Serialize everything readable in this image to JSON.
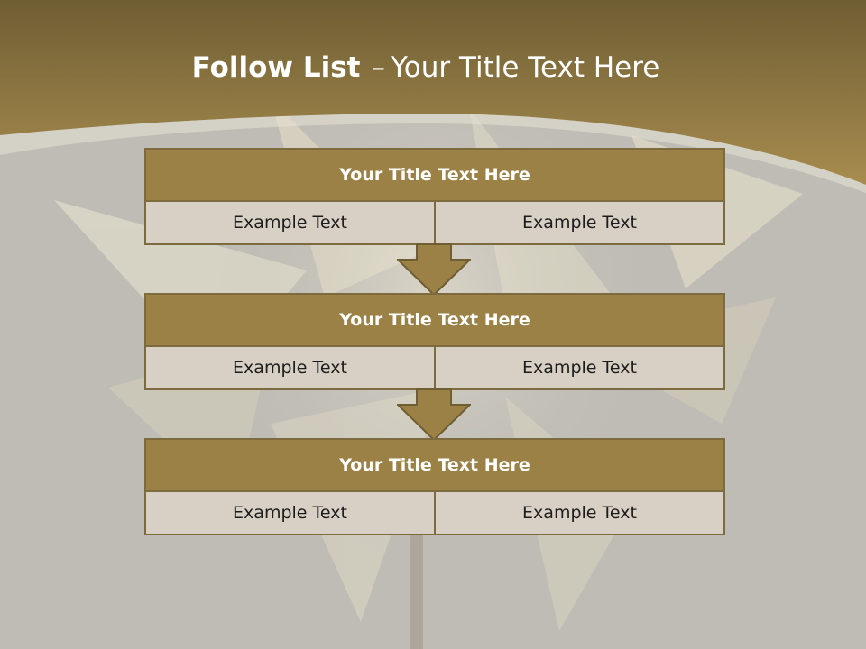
{
  "slide": {
    "title_bold": "Follow List",
    "title_separator": "–",
    "title_rest": "Your Title Text Here"
  },
  "steps": [
    {
      "title": "Your Title Text Here",
      "left": "Example Text",
      "right": "Example Text"
    },
    {
      "title": "Your Title Text Here",
      "left": "Example Text",
      "right": "Example Text"
    },
    {
      "title": "Your Title Text Here",
      "left": "Example Text",
      "right": "Example Text"
    }
  ],
  "colors": {
    "header_band": "#8f7840",
    "block_header": "#9b8145",
    "block_border": "#7d6a3e",
    "cell_fill": "#d8d0c4",
    "background": "#bfbcb5"
  }
}
